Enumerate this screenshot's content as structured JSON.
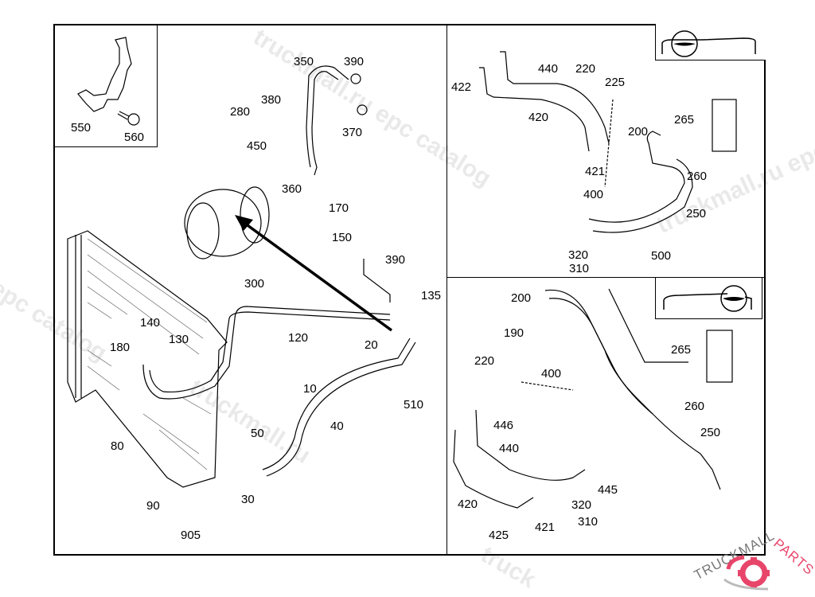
{
  "diagram": {
    "title": "Air conditioning refrigerant lines parts diagram",
    "views": [
      {
        "name": "inset-bracket",
        "callouts": [
          "550",
          "560"
        ]
      },
      {
        "name": "main-condenser-compressor",
        "callouts": [
          "350",
          "390",
          "380",
          "280",
          "370",
          "450",
          "360",
          "170",
          "150",
          "390",
          "135",
          "300",
          "120",
          "20",
          "140",
          "130",
          "180",
          "10",
          "510",
          "40",
          "50",
          "80",
          "30",
          "90",
          "905"
        ]
      },
      {
        "name": "detail-upper-right",
        "callouts": [
          "440",
          "220",
          "225",
          "422",
          "420",
          "265",
          "200",
          "421",
          "260",
          "400",
          "250",
          "320",
          "500",
          "310"
        ]
      },
      {
        "name": "detail-lower-right",
        "callouts": [
          "200",
          "190",
          "265",
          "220",
          "400",
          "260",
          "446",
          "250",
          "440",
          "445",
          "420",
          "320",
          "421",
          "310",
          "425"
        ]
      }
    ]
  },
  "callouts": {
    "c550": "550",
    "c560": "560",
    "c350": "350",
    "c390a": "390",
    "c380": "380",
    "c280": "280",
    "c370": "370",
    "c450": "450",
    "c360": "360",
    "c170": "170",
    "c150": "150",
    "c390b": "390",
    "c135": "135",
    "c300": "300",
    "c120": "120",
    "c20": "20",
    "c140": "140",
    "c130": "130",
    "c180": "180",
    "c10": "10",
    "c510": "510",
    "c40": "40",
    "c50": "50",
    "c80": "80",
    "c30": "30",
    "c90": "90",
    "c905": "905",
    "u440": "440",
    "u220": "220",
    "u225": "225",
    "u422": "422",
    "u420": "420",
    "u265": "265",
    "u200": "200",
    "u421": "421",
    "u260": "260",
    "u400": "400",
    "u250": "250",
    "u320": "320",
    "u500": "500",
    "u310": "310",
    "l200": "200",
    "l190": "190",
    "l265": "265",
    "l220": "220",
    "l400": "400",
    "l260": "260",
    "l446": "446",
    "l250": "250",
    "l440": "440",
    "l445": "445",
    "l420": "420",
    "l320": "320",
    "l421": "421",
    "l310": "310",
    "l425": "425"
  },
  "watermarks": {
    "w1": "truckmall.ru epc catalog",
    "w2": "epc catalog",
    "w3": "truckmall.ru epc catalog",
    "w4": "truckmall.ru",
    "w5": "truckmall.ru epc",
    "w6": "truckmall.ru epc catalog",
    "w7": "truck"
  },
  "logo": {
    "brand_left": "TRUCKMALL",
    "brand_right": "PARTS",
    "accent_color": "#e8456a"
  }
}
